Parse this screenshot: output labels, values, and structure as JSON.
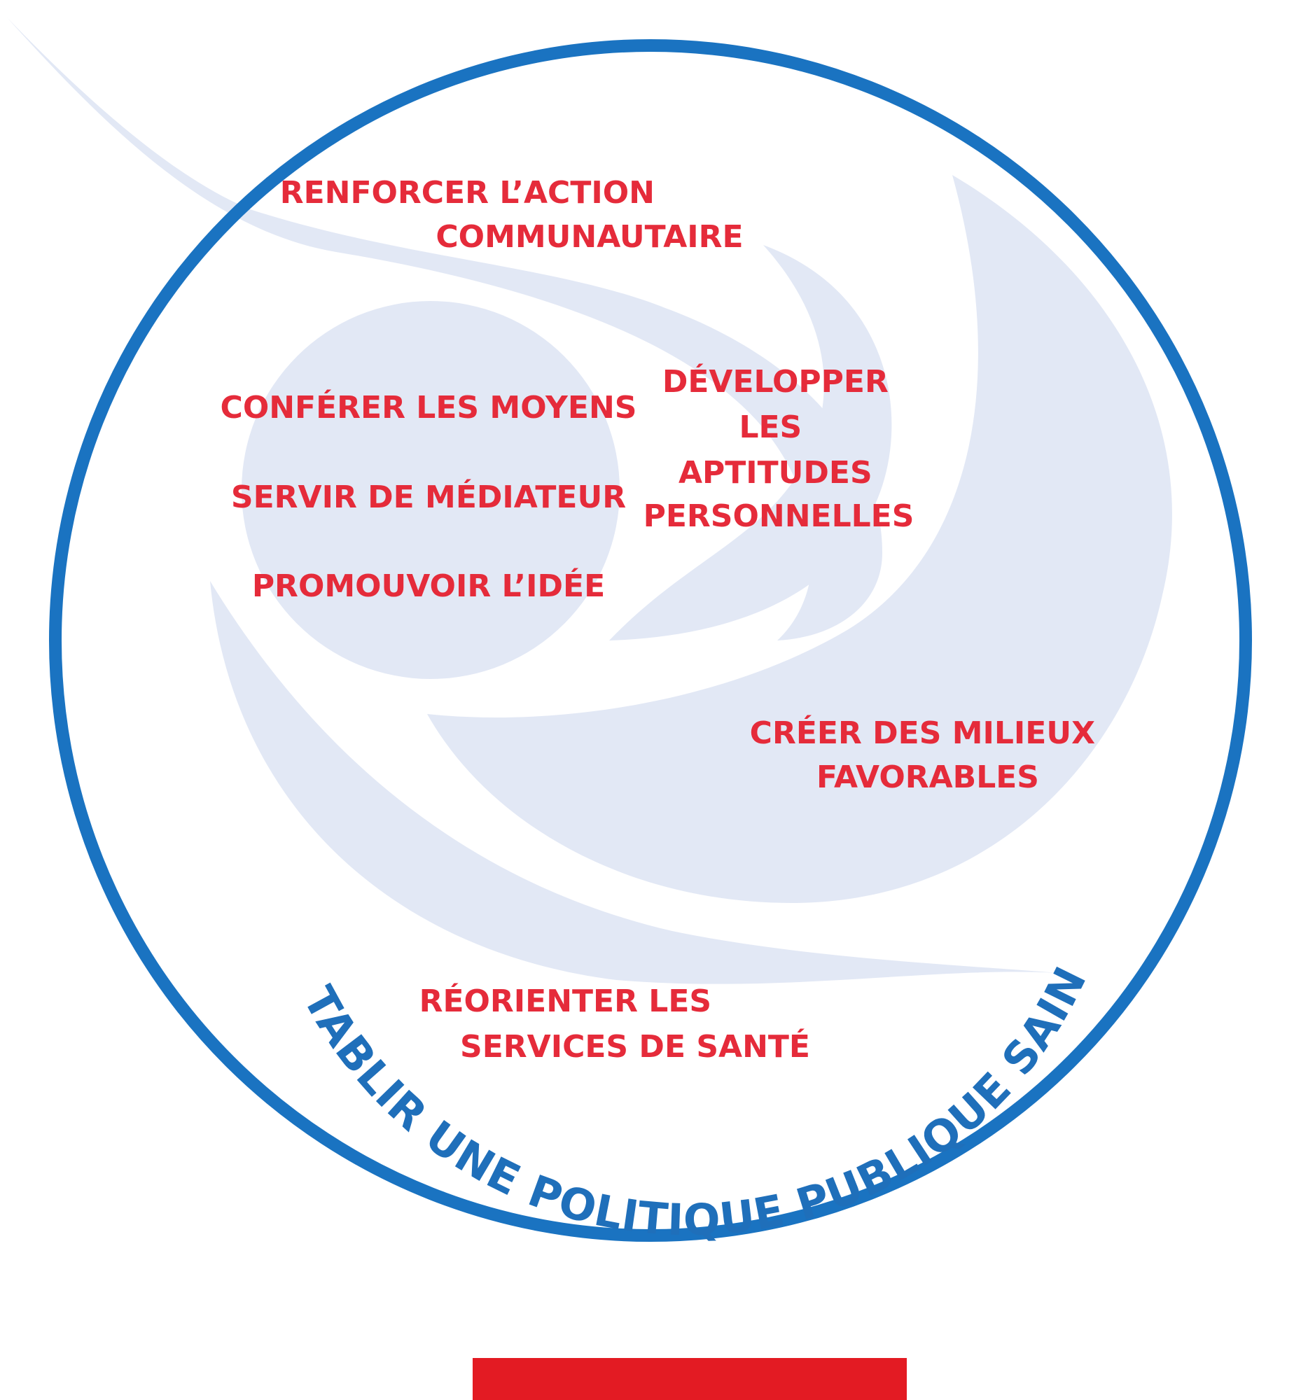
{
  "colors": {
    "ring": "#1a73c1",
    "swoosh": "#e2e8f5",
    "label": "#e52b3a",
    "arc_label": "#1f6fba",
    "bottom_bar": "#e31b23"
  },
  "labels": {
    "community_action": [
      "RENFORCER L’ACTION",
      "COMMUNAUTAIRE"
    ],
    "enable": "CONFÉRER LES MOYENS",
    "mediate": "SERVIR DE MÉDIATEUR",
    "advocate": "PROMOUVOIR L’IDÉE",
    "personal_skills": [
      "DÉVELOPPER",
      "LES",
      "APTITUDES",
      "PERSONNELLES"
    ],
    "supportive_environments": [
      "CRÉER DES MILIEUX",
      "FAVORABLES"
    ],
    "health_services": [
      "RÉORIENTER LES",
      "SERVICES DE SANTÉ"
    ],
    "public_policy": "ÉTABLIR UNE POLITIQUE PUBLIQUE SAINE"
  }
}
